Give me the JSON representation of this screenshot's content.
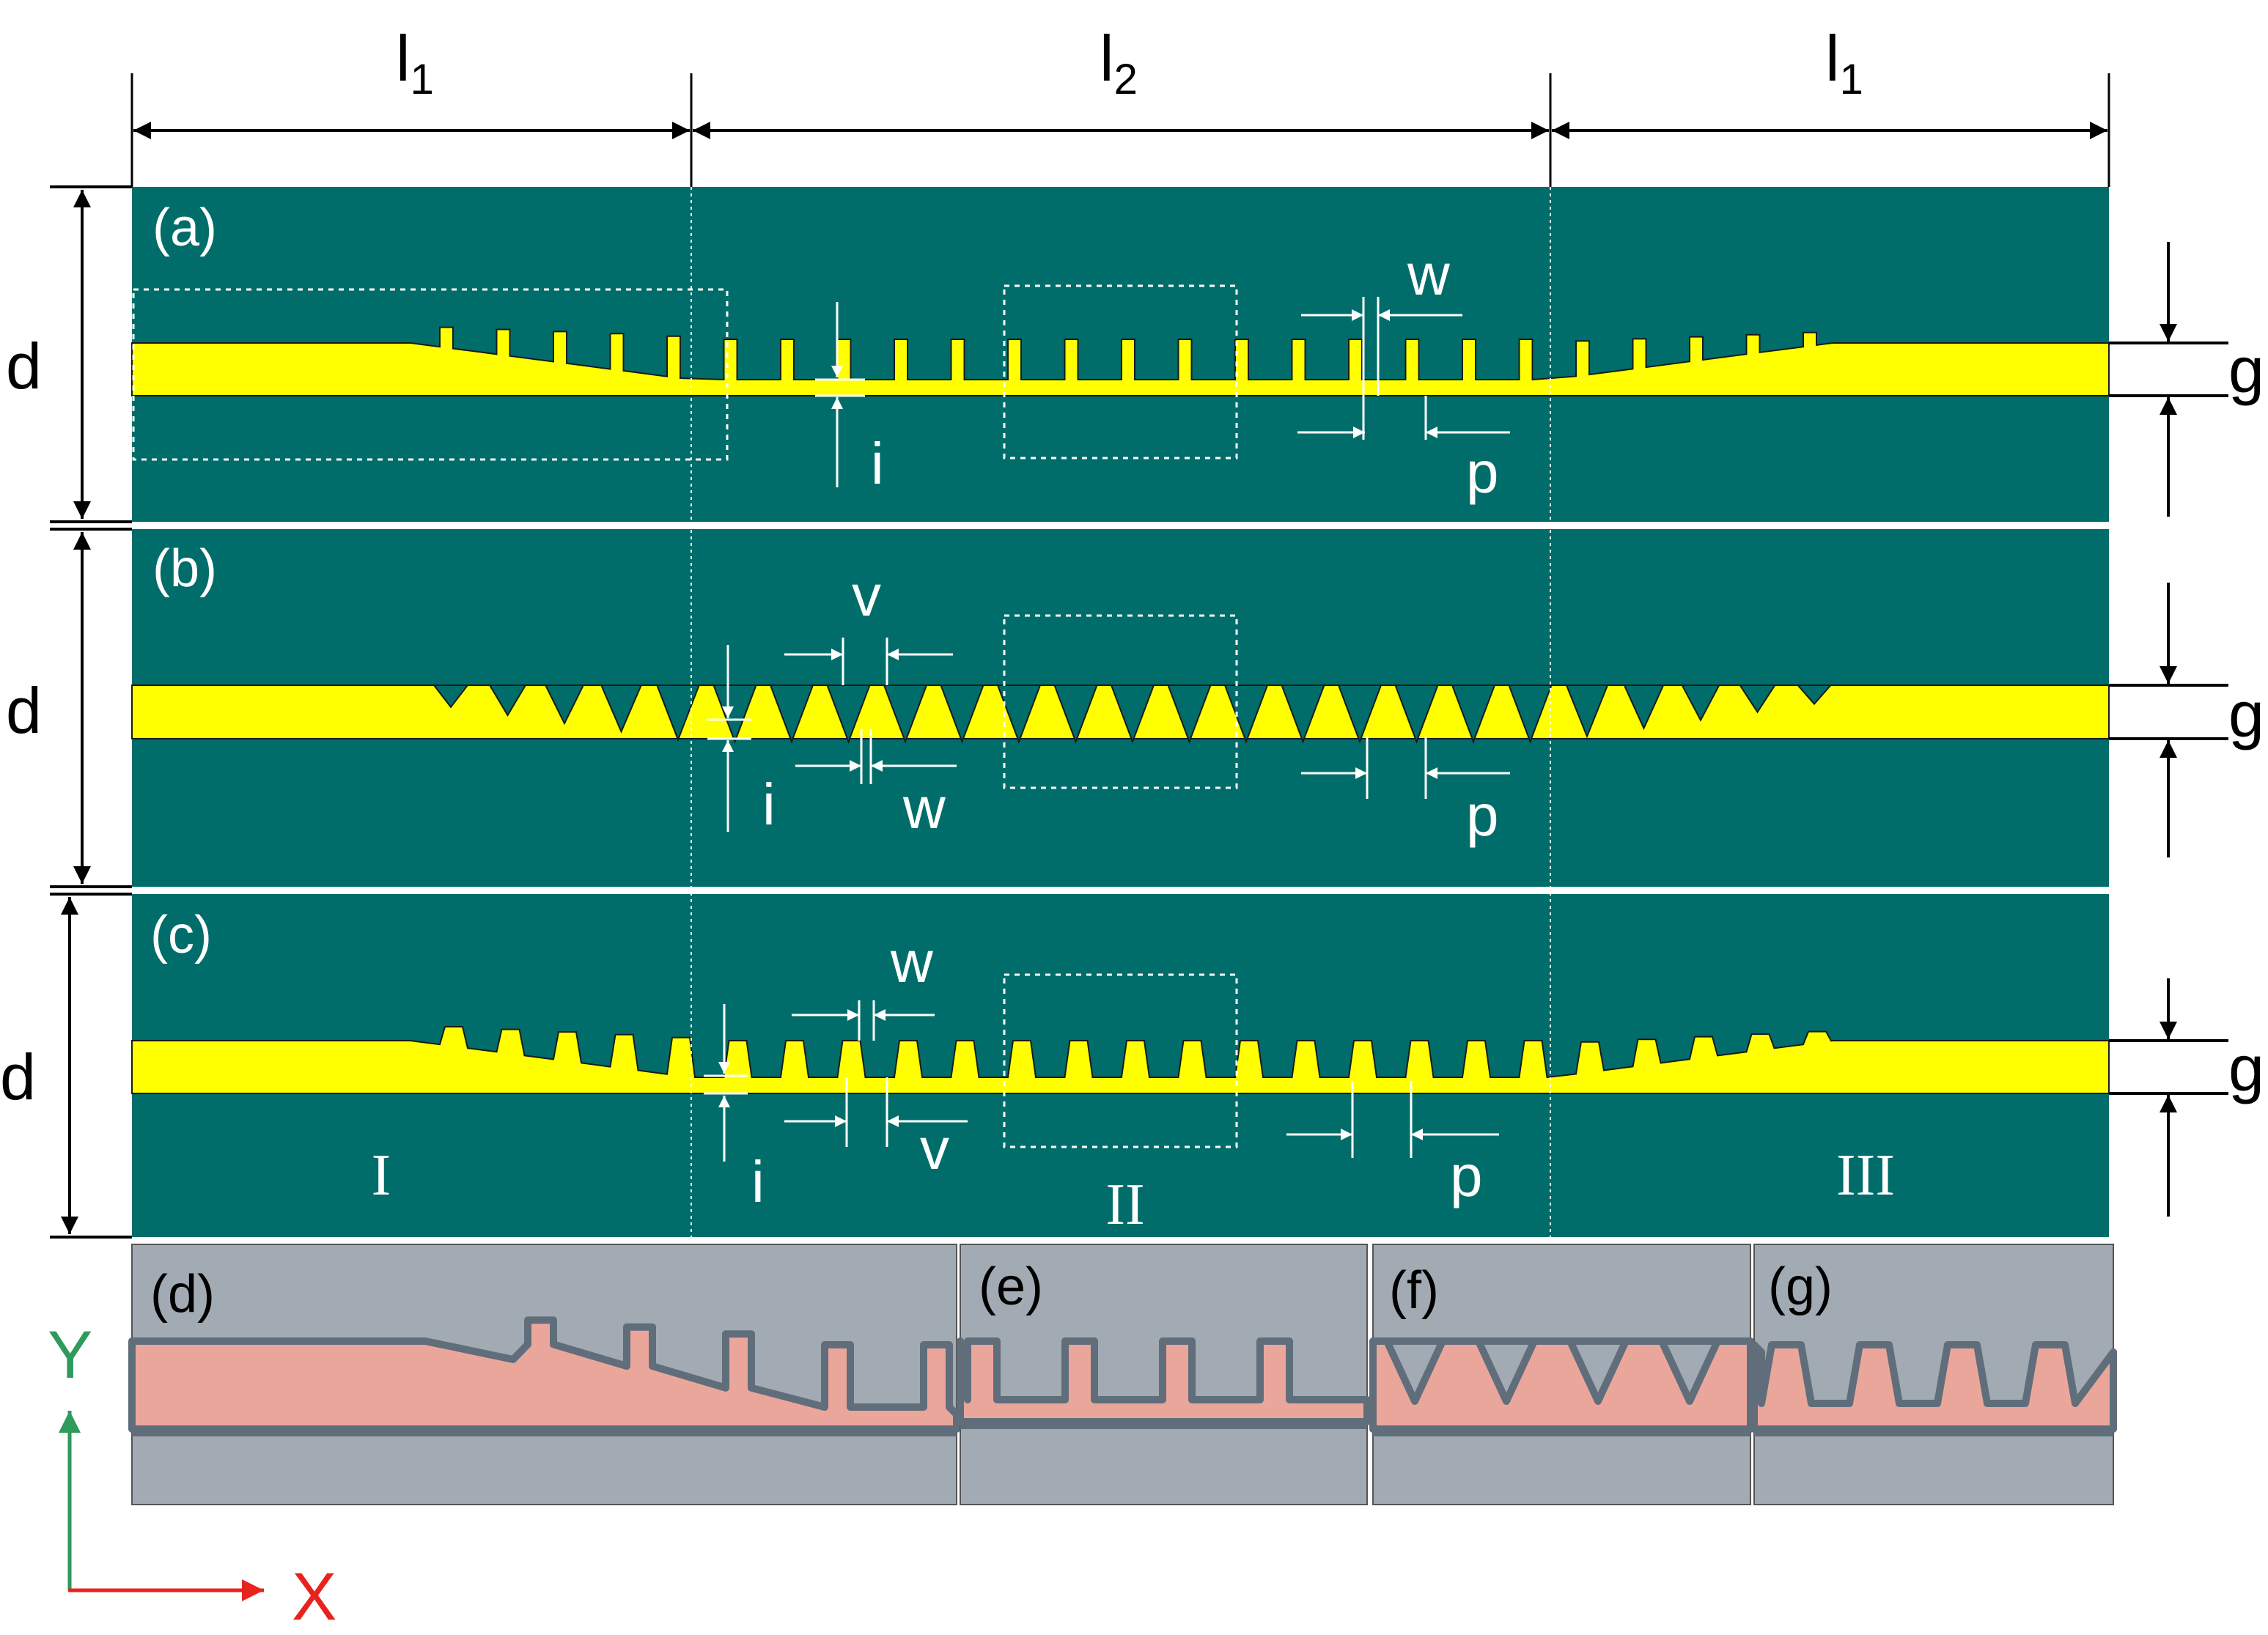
{
  "figure": {
    "dimension_labels": {
      "l1_left": "l",
      "l1_left_sub": "1",
      "l2": "l",
      "l2_sub": "2",
      "l1_right": "l",
      "l1_right_sub": "1",
      "d": "d",
      "g": "g"
    },
    "panels": [
      {
        "tag": "(a)",
        "shape": "rectangular",
        "labels": {
          "w": "w",
          "i": "i",
          "p": "p"
        }
      },
      {
        "tag": "(b)",
        "shape": "inverted-triangle",
        "labels": {
          "v": "v",
          "w": "w",
          "i": "i",
          "p": "p"
        }
      },
      {
        "tag": "(c)",
        "shape": "trapezoid",
        "labels": {
          "w": "w",
          "v": "v",
          "i": "i",
          "p": "p"
        }
      }
    ],
    "regions": [
      "I",
      "II",
      "III"
    ],
    "photos": [
      "(d)",
      "(e)",
      "(f)",
      "(g)"
    ],
    "axes": {
      "y": "Y",
      "x": "X"
    },
    "colors": {
      "substrate": "#006d6a",
      "conductor": "#ffff00",
      "photo_copper": "#eba69c",
      "photo_background": "#a2abb3",
      "axis_y": "#2e9a5c",
      "axis_x": "#e8231e"
    }
  }
}
